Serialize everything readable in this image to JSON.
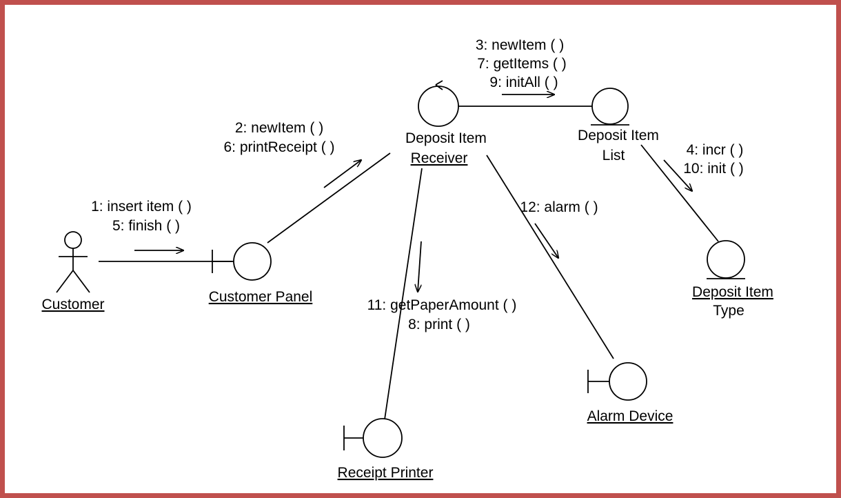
{
  "colors": {
    "frame": "#c0504d",
    "ink": "#000000",
    "background": "#ffffff"
  },
  "objects": {
    "customer": {
      "name": "Customer",
      "kind": "actor"
    },
    "customer_panel": {
      "name": "Customer Panel",
      "kind": "boundary"
    },
    "deposit_item_receiver": {
      "line1": "Deposit Item",
      "line2": "Receiver",
      "kind": "control"
    },
    "deposit_item_list": {
      "line1": "Deposit Item",
      "line2": "List",
      "kind": "entity"
    },
    "deposit_item_type": {
      "line1": "Deposit Item",
      "line2": "Type",
      "kind": "entity"
    },
    "receipt_printer": {
      "name": "Receipt Printer",
      "kind": "boundary"
    },
    "alarm_device": {
      "name": "Alarm Device",
      "kind": "boundary"
    }
  },
  "messages": {
    "customer_to_panel": [
      "1: insert item ( )",
      "5: finish ( )"
    ],
    "panel_to_receiver": [
      "2: newItem ( )",
      "6: printReceipt ( )"
    ],
    "receiver_to_list": [
      "3: newItem ( )",
      "7: getItems ( )",
      "9: initAll ( )"
    ],
    "list_to_type": [
      "4: incr ( )",
      "10: init ( )"
    ],
    "receiver_to_alarm": [
      "12: alarm ( )"
    ],
    "receiver_to_printer": [
      "11: getPaperAmount ( )",
      "8: print ( )"
    ]
  }
}
